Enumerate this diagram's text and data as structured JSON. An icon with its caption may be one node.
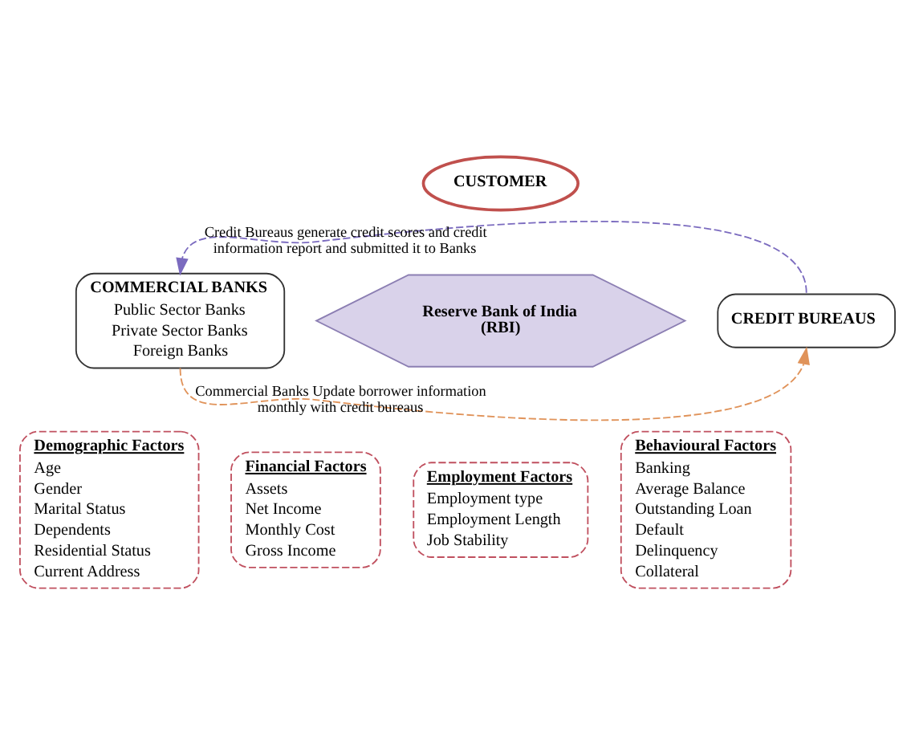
{
  "diagram": {
    "nodes": [
      {
        "text": [
          "CUSTOMER"
        ]
      },
      {
        "text": [
          "COMMERCIAL BANKS",
          "Public Sector Banks",
          "Private Sector Banks",
          "Foreign Banks"
        ]
      },
      {
        "text": [
          "Reserve Bank of India (RBI)"
        ]
      },
      {
        "text": [
          "CREDIT BUREAUS"
        ]
      },
      {
        "text": [
          "Demographic Factors",
          "Age",
          "Gender",
          "Marital Status",
          "Dependents",
          "Residential Status",
          "Current Address"
        ]
      },
      {
        "text": [
          "Financial Factors",
          "Assets",
          "Net Income",
          "Monthly Cost",
          "Gross Income"
        ]
      },
      {
        "text": [
          "Employment Factors",
          "Employment type",
          "Employment Length",
          "Job Stability"
        ]
      },
      {
        "text": [
          "Behavioural Factors",
          "Banking",
          "Average Balance",
          "Outstanding Loan",
          "Default",
          "Delinquency",
          "Collateral"
        ]
      }
    ],
    "edges": [
      {
        "from": 3,
        "to": 1,
        "arrow": "to",
        "label": "Credit Bureaus generate credit scores and credit information report and submitted it to Banks",
        "style": "dashed",
        "color": "#7b6bbf"
      },
      {
        "from": 1,
        "to": 3,
        "arrow": "to",
        "label": "Commercial Banks Update borrower information monthly with credit bureaus",
        "style": "dashed",
        "color": "#e0935a"
      }
    ]
  }
}
